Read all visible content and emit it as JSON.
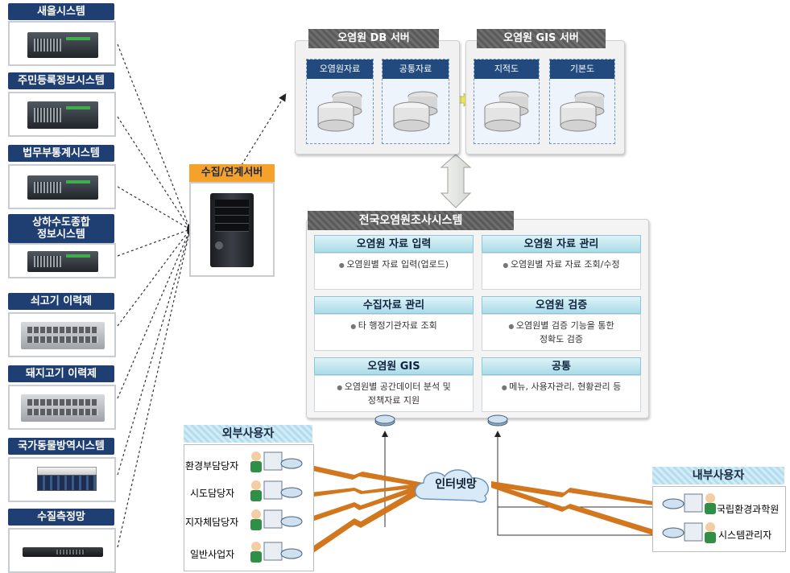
{
  "source_systems": [
    {
      "label": "새올시스템",
      "kind": "server-tower"
    },
    {
      "label": "주민등록정보시스템",
      "kind": "server-tower"
    },
    {
      "label": "법무부통계시스템",
      "kind": "server-tower"
    },
    {
      "label": "상하수도종합\n정보시스템",
      "kind": "server-tower"
    },
    {
      "label": "쇠고기 이력제",
      "kind": "server-rack"
    },
    {
      "label": "돼지고기 이력제",
      "kind": "server-rack"
    },
    {
      "label": "국가동물방역시스템",
      "kind": "server-storage"
    },
    {
      "label": "수질측정망",
      "kind": "server-flat"
    }
  ],
  "collector": {
    "title": "수집/연계서버"
  },
  "db_server": {
    "title": "오염원 DB 서버",
    "stores": [
      {
        "label": "오염원자료"
      },
      {
        "label": "공통자료"
      }
    ]
  },
  "gis_server": {
    "title": "오염원 GIS 서버",
    "stores": [
      {
        "label": "지적도"
      },
      {
        "label": "기본도"
      }
    ]
  },
  "main_system": {
    "title": "전국오염원조사시스템",
    "modules": [
      {
        "title": "오염원 자료 입력",
        "desc": [
          "오염원별 자료 입력(업로드)"
        ]
      },
      {
        "title": "오염원 자료 관리",
        "desc": [
          "오염원별 자료 자료 조회/수정"
        ]
      },
      {
        "title": "수집자료 관리",
        "desc": [
          "타 행정기관자료 조회"
        ]
      },
      {
        "title": "오염원 검증",
        "desc": [
          "오염원별 검증 기능을 통한",
          "정확도 검증"
        ]
      },
      {
        "title": "오염원 GIS",
        "desc": [
          "오염원별 공간데이터 분석 및",
          "정책자료 지원"
        ]
      },
      {
        "title": "공통",
        "desc": [
          "메뉴, 사용자관리, 현황관리 등"
        ]
      }
    ]
  },
  "external_users": {
    "title": "외부사용자",
    "users": [
      "환경부담당자",
      "시도담당자",
      "지자체담당자",
      "일반사업자"
    ]
  },
  "internet": {
    "label": "인터넷망"
  },
  "internal_users": {
    "title": "내부사용자",
    "users": [
      "국립환경과학원",
      "시스템관리자"
    ]
  },
  "colors": {
    "title_navy": "#1f3f72",
    "panel_grey": "#5e5e5e",
    "module_cyan": "#a9dbe7",
    "lightning": "#d2771d",
    "arrow_yellow": "#f0f06a"
  }
}
